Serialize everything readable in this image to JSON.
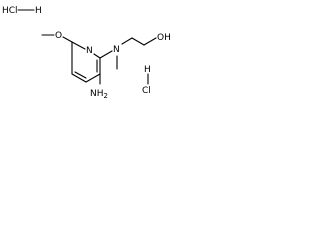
{
  "molecule": {
    "salt_top": "HCl",
    "salt_top_bond_h": "H",
    "salt_bottom_h": "H",
    "salt_bottom_cl": "Cl",
    "methoxy_o": "O",
    "ring_n": "N",
    "amine_n": "N",
    "amino_group": "NH2",
    "hydroxyl": "OH"
  }
}
